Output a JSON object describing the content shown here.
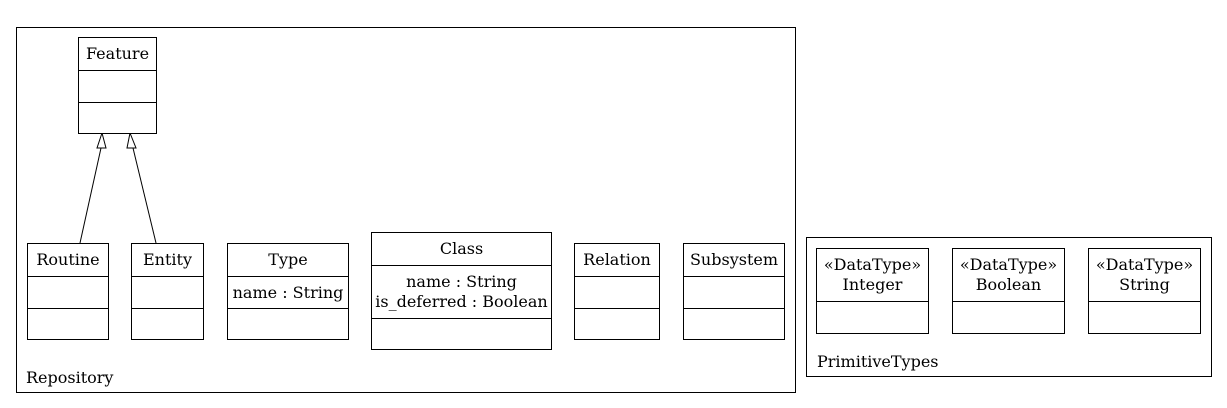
{
  "packages": {
    "repository": {
      "label": "Repository"
    },
    "primitive_types": {
      "label": "PrimitiveTypes"
    }
  },
  "classes": {
    "feature": {
      "name": "Feature",
      "attributes": []
    },
    "routine": {
      "name": "Routine",
      "attributes": []
    },
    "entity": {
      "name": "Entity",
      "attributes": []
    },
    "type": {
      "name": "Type",
      "attributes": [
        "name : String"
      ]
    },
    "class": {
      "name": "Class",
      "attributes": [
        "name : String",
        "is_deferred : Boolean"
      ]
    },
    "relation": {
      "name": "Relation",
      "attributes": []
    },
    "subsystem": {
      "name": "Subsystem",
      "attributes": []
    }
  },
  "datatypes": {
    "integer": {
      "stereotype": "«DataType»",
      "name": "Integer"
    },
    "boolean": {
      "stereotype": "«DataType»",
      "name": "Boolean"
    },
    "string": {
      "stereotype": "«DataType»",
      "name": "String"
    }
  },
  "relationships": [
    {
      "kind": "generalization",
      "from": "Routine",
      "to": "Feature"
    },
    {
      "kind": "generalization",
      "from": "Entity",
      "to": "Feature"
    }
  ]
}
